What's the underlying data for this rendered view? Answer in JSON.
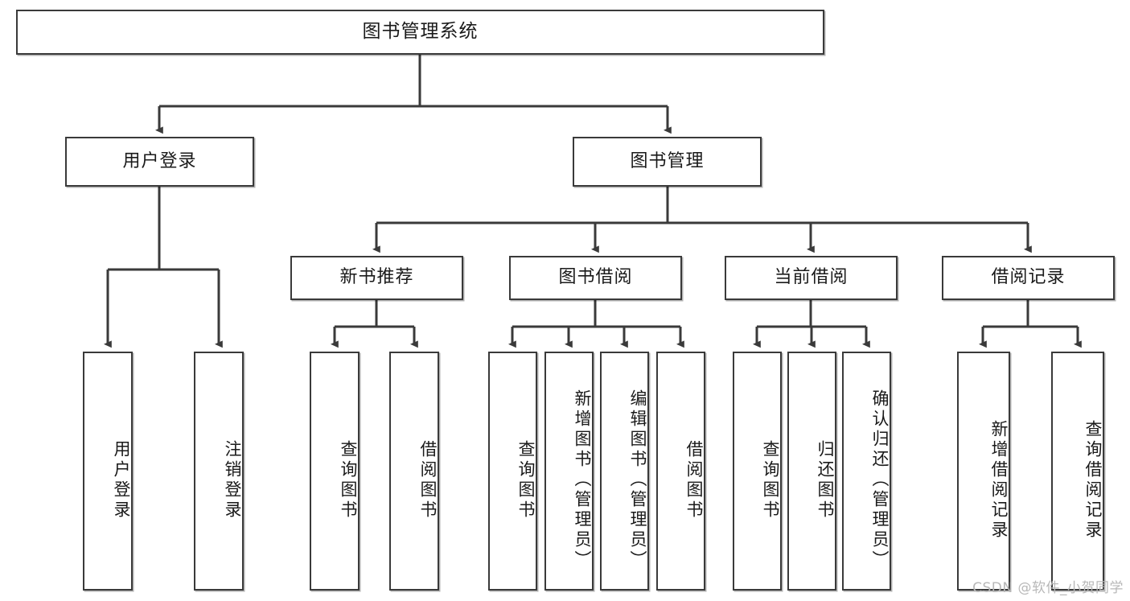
{
  "diagram": {
    "title": "图书管理系统",
    "type": "tree-hierarchy",
    "root": {
      "label": "图书管理系统"
    },
    "level2": [
      {
        "id": "user-login",
        "label": "用户登录"
      },
      {
        "id": "book-manage",
        "label": "图书管理"
      }
    ],
    "level3": [
      {
        "id": "new-book-recommend",
        "label": "新书推荐",
        "parent": "book-manage"
      },
      {
        "id": "book-borrow",
        "label": "图书借阅",
        "parent": "book-manage"
      },
      {
        "id": "current-borrow",
        "label": "当前借阅",
        "parent": "book-manage"
      },
      {
        "id": "borrow-record",
        "label": "借阅记录",
        "parent": "book-manage"
      }
    ],
    "leaves": [
      {
        "id": "leaf-user-login",
        "label": "用户登录",
        "parent": "user-login"
      },
      {
        "id": "leaf-logout-login",
        "label": "注销登录",
        "parent": "user-login"
      },
      {
        "id": "leaf-query-book-1",
        "label": "查询图书",
        "parent": "new-book-recommend"
      },
      {
        "id": "leaf-borrow-book-1",
        "label": "借阅图书",
        "parent": "new-book-recommend"
      },
      {
        "id": "leaf-query-book-2",
        "label": "查询图书",
        "parent": "book-borrow"
      },
      {
        "id": "leaf-add-book",
        "label": "新增图书（管理员）",
        "parent": "book-borrow"
      },
      {
        "id": "leaf-edit-book",
        "label": "编辑图书（管理员）",
        "parent": "book-borrow"
      },
      {
        "id": "leaf-borrow-book-2",
        "label": "借阅图书",
        "parent": "book-borrow"
      },
      {
        "id": "leaf-query-book-3",
        "label": "查询图书",
        "parent": "current-borrow"
      },
      {
        "id": "leaf-return-book",
        "label": "归还图书",
        "parent": "current-borrow"
      },
      {
        "id": "leaf-confirm-return",
        "label": "确认归还（管理员）",
        "parent": "current-borrow"
      },
      {
        "id": "leaf-add-record",
        "label": "新增借阅记录",
        "parent": "borrow-record"
      },
      {
        "id": "leaf-query-record",
        "label": "查询借阅记录",
        "parent": "borrow-record"
      }
    ],
    "colors": {
      "node_border": "#3a3a3a",
      "node_fill": "#ffffff",
      "edge": "#3a3a3a",
      "text": "#1a1a1a",
      "watermark": "#b8b8b8"
    }
  },
  "watermark": {
    "text": "CSDN @软件_小贺同学"
  }
}
